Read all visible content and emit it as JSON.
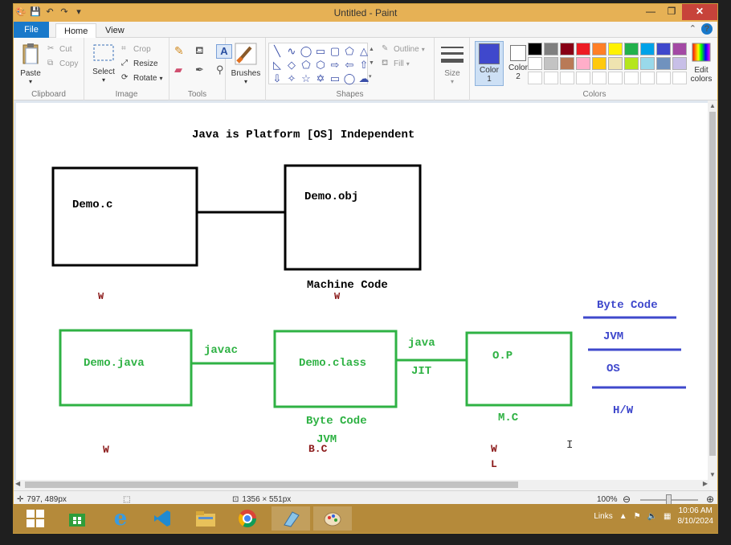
{
  "window": {
    "title": "Untitled - Paint"
  },
  "tabs": {
    "file": "File",
    "home": "Home",
    "view": "View"
  },
  "ribbon": {
    "clipboard": {
      "paste": "Paste",
      "cut": "Cut",
      "copy": "Copy",
      "label": "Clipboard"
    },
    "image": {
      "select": "Select",
      "crop": "Crop",
      "resize": "Resize",
      "rotate": "Rotate",
      "label": "Image"
    },
    "tools": {
      "label": "Tools"
    },
    "brushes": {
      "label": "Brushes"
    },
    "shapes": {
      "outline": "Outline",
      "fill": "Fill",
      "label": "Shapes"
    },
    "size": {
      "label": "Size"
    },
    "colors": {
      "color1_label": "Color",
      "color1_num": "1",
      "color2_label": "Color",
      "color2_num": "2",
      "edit_colors_line1": "Edit",
      "edit_colors_line2": "colors",
      "label": "Colors",
      "color1_value": "#3f48cc",
      "color2_value": "#ffffff",
      "palette_row1": [
        "#000000",
        "#7f7f7f",
        "#880015",
        "#ed1c24",
        "#ff7f27",
        "#fff200",
        "#22b14c",
        "#00a2e8",
        "#3f48cc",
        "#a349a4"
      ],
      "palette_row2": [
        "#ffffff",
        "#c3c3c3",
        "#b97a57",
        "#ffaec9",
        "#ffc90e",
        "#efe4b0",
        "#b5e61d",
        "#99d9ea",
        "#7092be",
        "#c8bfe7"
      ]
    }
  },
  "drawing": {
    "heading": "Java is Platform [OS] Independent",
    "box_c": "Demo.c",
    "box_obj": "Demo.obj",
    "machine_code": "Machine Code",
    "w_left_top": "W",
    "w_mid_top": "W",
    "box_java": "Demo.java",
    "javac": "javac",
    "box_class": "Demo.class",
    "java_label": "java",
    "jit_label": "JIT",
    "box_op": "O.P",
    "byte_code_below": "Byte Code",
    "jvm_below": "JVM",
    "mc_below": "M.C",
    "stack_byte_code": "Byte Code",
    "stack_jvm": "JVM",
    "stack_os": "OS",
    "stack_hw": "H/W",
    "w_left_bottom": "W",
    "bc_bottom": "B.C",
    "w_right_bottom": "W",
    "l_right_bottom": "L"
  },
  "statusbar": {
    "cursor_pos": "797, 489px",
    "image_size": "1356 × 551px",
    "zoom": "100%"
  },
  "taskbar": {
    "links": "Links",
    "time": "10:06 AM",
    "date": "8/10/2024"
  }
}
